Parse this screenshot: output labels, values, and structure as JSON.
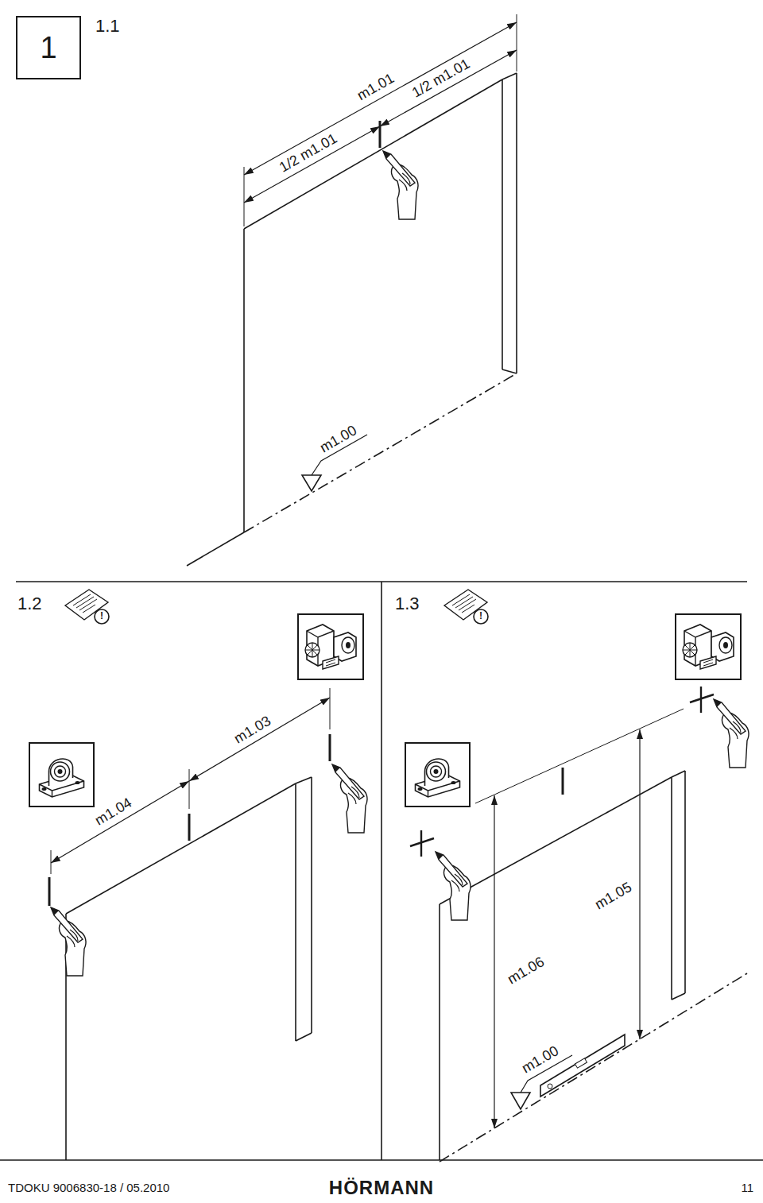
{
  "diagram": {
    "nodes": [
      {
        "text": [
          "1"
        ]
      }
    ],
    "labels": [
      "1.1",
      "m1.01",
      "1/2 m1.01",
      "1/2 m1.01",
      "m1.00",
      "1.2",
      "!",
      "m1.04",
      "m1.03",
      "1.3",
      "!",
      "m1.05",
      "m1.06",
      "m1.00",
      "TDOKU 9006830-18 / 05.2010",
      "HÖRMANN",
      "11"
    ]
  }
}
